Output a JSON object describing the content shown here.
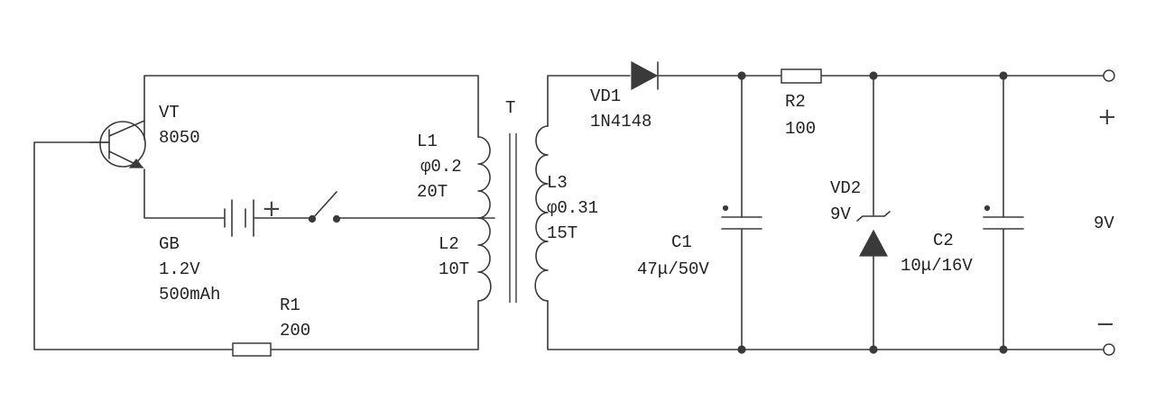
{
  "labels": {
    "vt_name": "VT",
    "vt_part": "8050",
    "gb_name": "GB",
    "gb_voltage": "1.2V",
    "gb_capacity": "500mAh",
    "gb_plus": "+",
    "r1_name": "R1",
    "r1_value": "200",
    "t_name": "T",
    "l1_name": "L1",
    "l1_wire": "φ0.2",
    "l1_turns": "20T",
    "l2_name": "L2",
    "l2_turns": "10T",
    "l3_name": "L3",
    "l3_wire": "φ0.31",
    "l3_turns": "15T",
    "vd1_name": "VD1",
    "vd1_part": "1N4148",
    "r2_name": "R2",
    "r2_value": "100",
    "c1_name": "C1",
    "c1_value": "47μ/50V",
    "vd2_name": "VD2",
    "vd2_value": "9V",
    "c2_name": "C2",
    "c2_value": "10μ/16V",
    "out_plus": "+",
    "out_voltage": "9V",
    "out_minus": "−"
  }
}
